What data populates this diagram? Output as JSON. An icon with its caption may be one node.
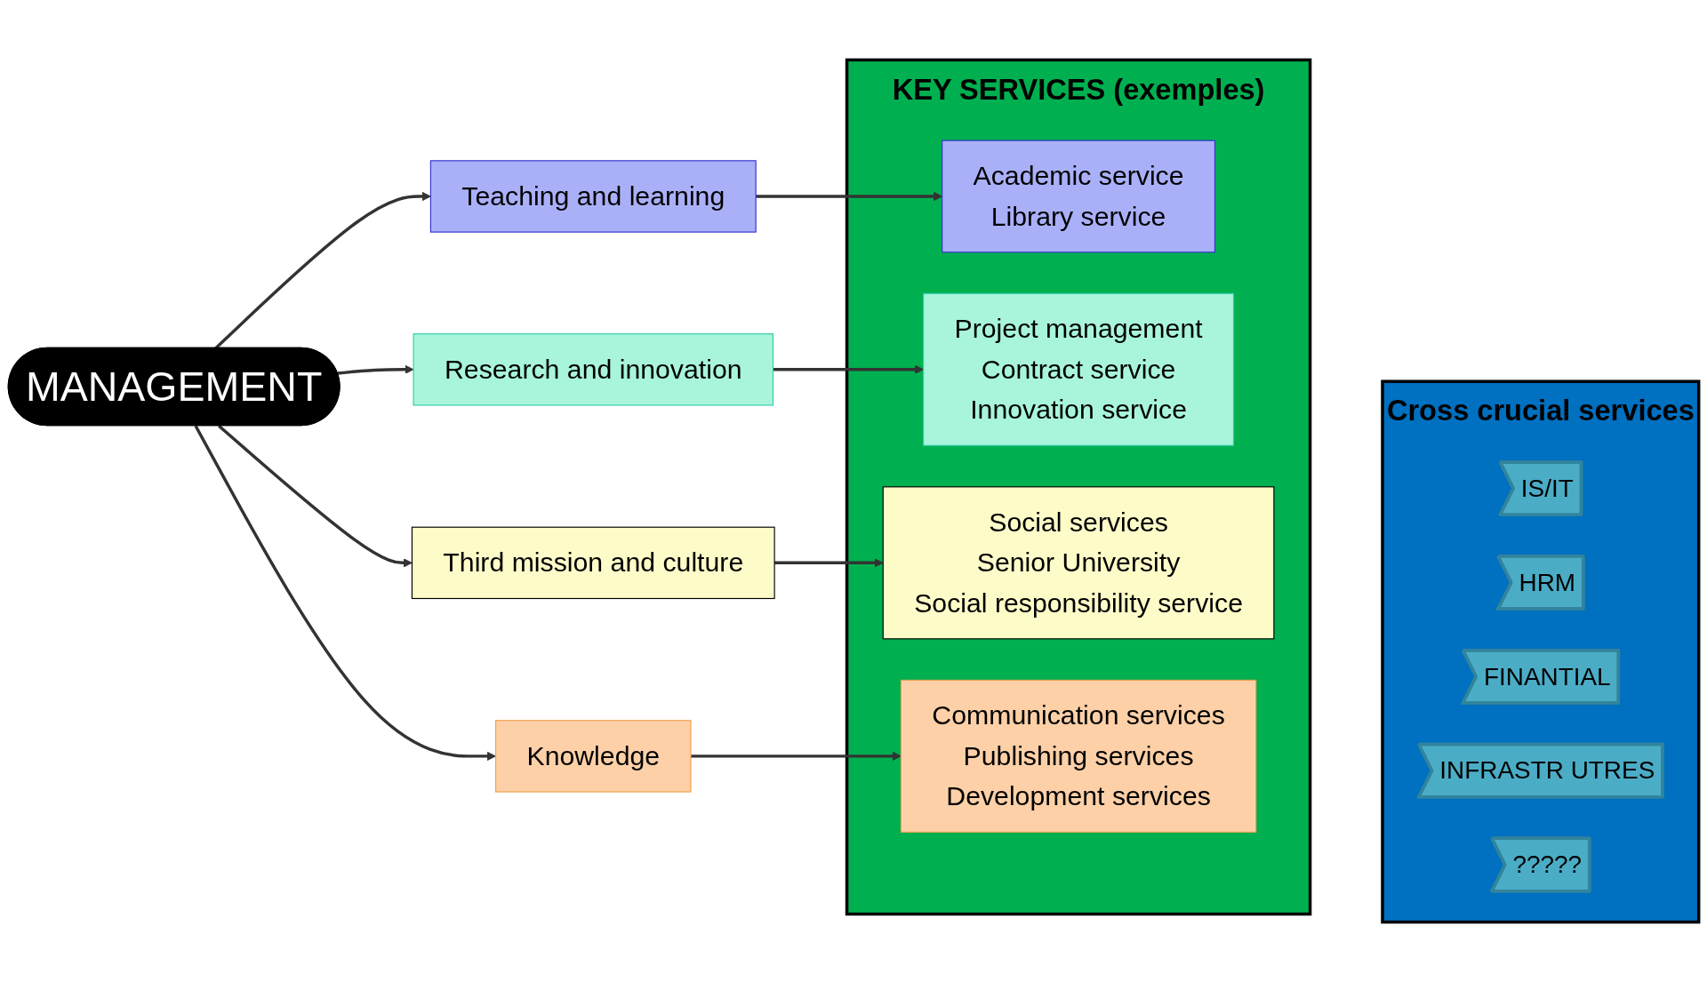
{
  "diagram": {
    "nodes": [
      {
        "text": [
          "MANAGEMENT"
        ]
      },
      {
        "text": [
          "Teaching and learning"
        ]
      },
      {
        "text": [
          "Research and innovation"
        ]
      },
      {
        "text": [
          "Third mission and culture"
        ]
      },
      {
        "text": [
          "Knowledge"
        ]
      },
      {
        "text": [
          "KEY SERVICES (exemples)"
        ]
      },
      {
        "text": [
          "Academic service",
          "Library service"
        ],
        "in": 5
      },
      {
        "text": [
          "Project management",
          "Contract service",
          "Innovation service"
        ],
        "in": 5
      },
      {
        "text": [
          "Social services",
          "Senior University",
          "Social responsibility service"
        ],
        "in": 5
      },
      {
        "text": [
          "Communication services",
          "Publishing services",
          "Development services"
        ],
        "in": 5
      },
      {
        "text": [
          "Cross crucial services"
        ]
      },
      {
        "text": [
          "IS/IT"
        ],
        "in": 10
      },
      {
        "text": [
          "HRM"
        ],
        "in": 10
      },
      {
        "text": [
          "FINANTIAL"
        ],
        "in": 10
      },
      {
        "text": [
          "INFRASTR UTRES"
        ],
        "in": 10
      },
      {
        "text": [
          "?????"
        ],
        "in": 10
      }
    ],
    "edges": [
      {
        "from": 0,
        "to": 1,
        "arrow": "to"
      },
      {
        "from": 0,
        "to": 2,
        "arrow": "to"
      },
      {
        "from": 0,
        "to": 3,
        "arrow": "to"
      },
      {
        "from": 0,
        "to": 4,
        "arrow": "to"
      },
      {
        "from": 1,
        "to": 6,
        "arrow": "to"
      },
      {
        "from": 2,
        "to": 7,
        "arrow": "to"
      },
      {
        "from": 3,
        "to": 8,
        "arrow": "to"
      },
      {
        "from": 4,
        "to": 9,
        "arrow": "to"
      }
    ]
  }
}
